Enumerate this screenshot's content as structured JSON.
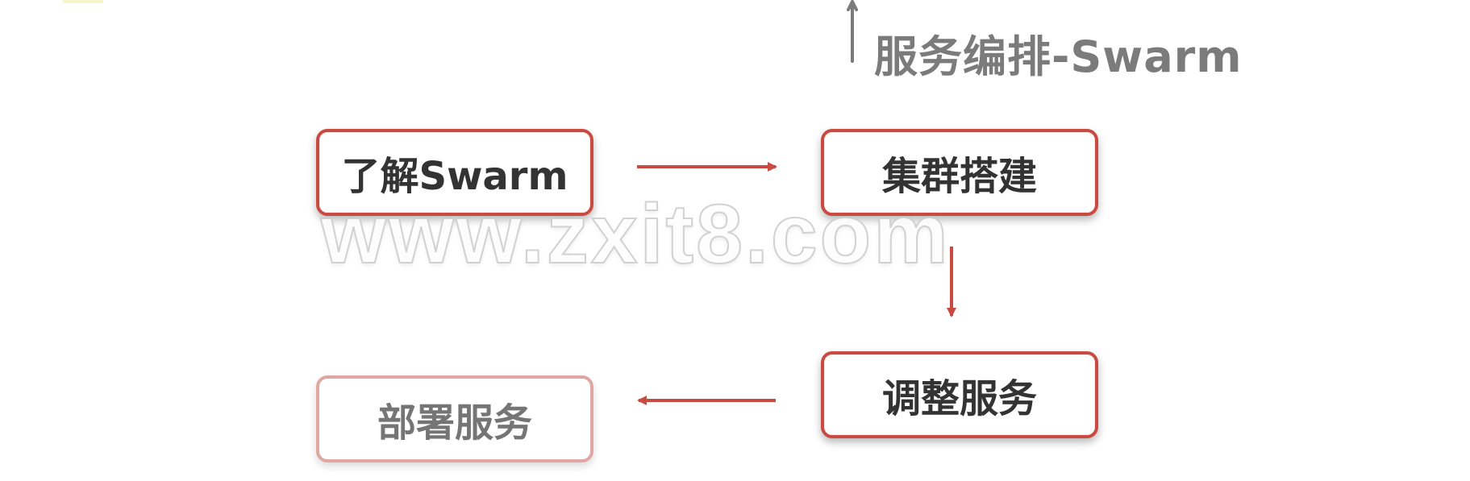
{
  "header": {
    "title": "服务编排-Swarm"
  },
  "flow": {
    "steps": [
      {
        "label": "了解Swarm"
      },
      {
        "label": "集群搭建"
      },
      {
        "label": "调整服务"
      },
      {
        "label": "部署服务"
      }
    ]
  },
  "watermark": "www.zxit8.com",
  "colors": {
    "accent": "#c94a41",
    "muted_accent": "#e0a7a2",
    "title_gray": "#7b7b7b"
  }
}
